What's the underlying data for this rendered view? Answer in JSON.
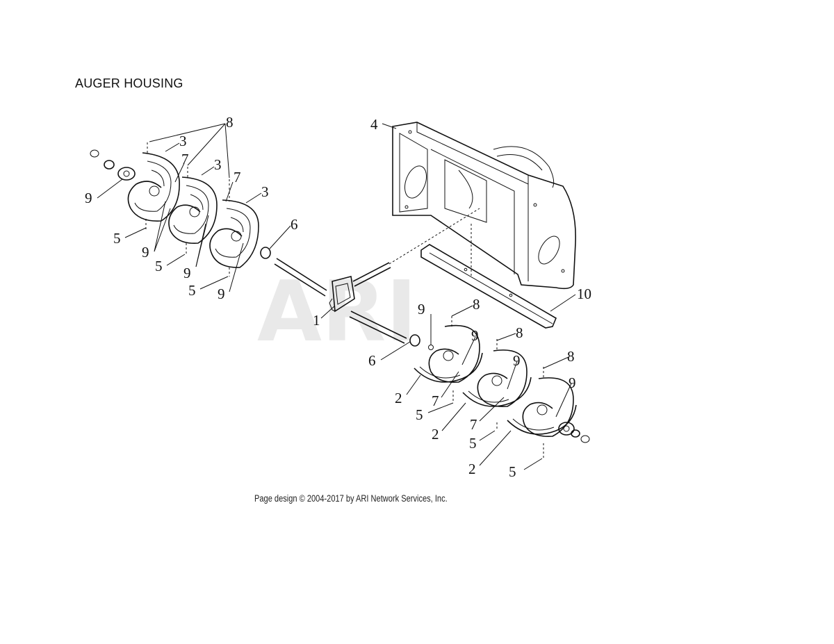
{
  "title": "AUGER HOUSING",
  "footer": "Page design © 2004-2017 by ARI Network Services, Inc.",
  "watermark": "ARI",
  "callouts": {
    "c1": "1",
    "c2a": "2",
    "c2b": "2",
    "c2c": "2",
    "c3a": "3",
    "c3b": "3",
    "c3c": "3",
    "c4": "4",
    "c5a": "5",
    "c5b": "5",
    "c5c": "5",
    "c5d": "5",
    "c5e": "5",
    "c5f": "5",
    "c6a": "6",
    "c6b": "6",
    "c7a": "7",
    "c7b": "7",
    "c7c": "7",
    "c7d": "7",
    "c8a": "8",
    "c8b": "8",
    "c8c": "8",
    "c8d": "8",
    "c9a": "9",
    "c9b": "9",
    "c9c": "9",
    "c9d": "9",
    "c9e": "9",
    "c9f": "9",
    "c9g": "9",
    "c9h": "9",
    "c10": "10"
  }
}
